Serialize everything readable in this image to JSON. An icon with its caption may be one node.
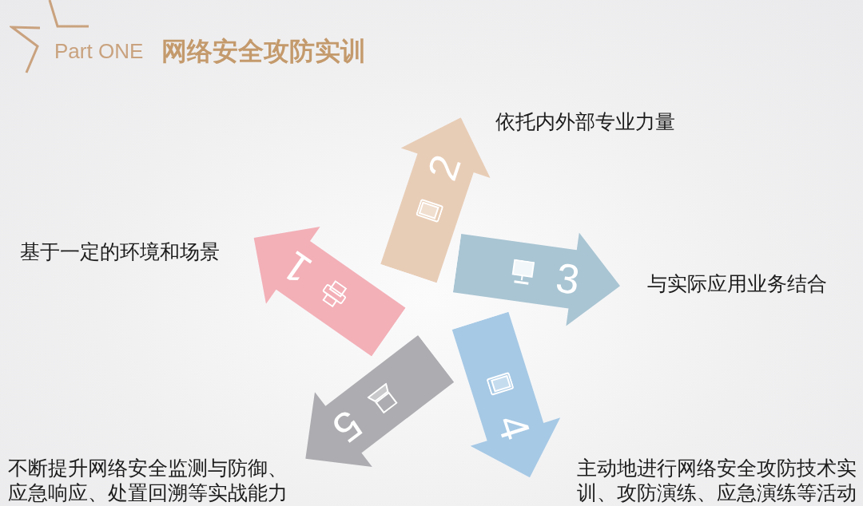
{
  "diagram": {
    "title": "网络安全攻防实训",
    "nodes": [
      {
        "text": [
          "1"
        ],
        "beside": [
          "基于一定的环境和场景"
        ]
      },
      {
        "text": [
          "2"
        ],
        "beside": [
          "依托内外部专业力量"
        ]
      },
      {
        "text": [
          "3"
        ],
        "beside": [
          "与实际应用业务结合"
        ]
      },
      {
        "text": [
          "4"
        ],
        "beside": [
          "主动地进行网络安全攻防技术实训、攻防演练、应急演练等活动"
        ]
      },
      {
        "text": [
          "5"
        ],
        "beside": [
          "不断提升网络安全监测与防御、应急响应、处置回溯等实战能力"
        ]
      }
    ],
    "labels": [
      "Part ONE"
    ]
  }
}
